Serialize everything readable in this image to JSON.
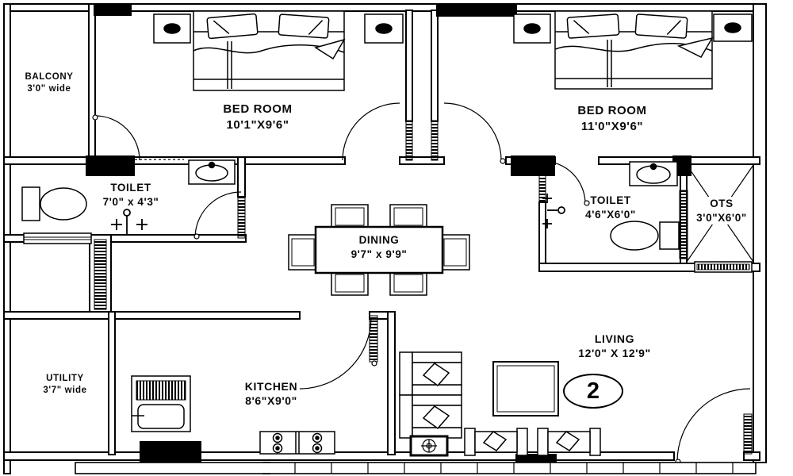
{
  "plan": {
    "unit_number": "2",
    "rooms": [
      {
        "id": "balcony",
        "name": "BALCONY",
        "size": "3'0\" wide"
      },
      {
        "id": "bedroom-left",
        "name": "BED ROOM",
        "size": "10'1\"X9'6\""
      },
      {
        "id": "bedroom-right",
        "name": "BED ROOM",
        "size": "11'0\"X9'6\""
      },
      {
        "id": "toilet-left",
        "name": "TOILET",
        "size": "7'0\" x 4'3\""
      },
      {
        "id": "dining",
        "name": "DINING",
        "size": "9'7\" x 9'9\""
      },
      {
        "id": "toilet-right",
        "name": "TOILET",
        "size": "4'6\"X6'0\""
      },
      {
        "id": "ots",
        "name": "OTS",
        "size": "3'0\"X6'0\""
      },
      {
        "id": "utility",
        "name": "UTILITY",
        "size": "3'7\" wide"
      },
      {
        "id": "kitchen",
        "name": "KITCHEN",
        "size": "8'6\"X9'0\""
      },
      {
        "id": "living",
        "name": "LIVING",
        "size": "12'0\" X 12'9\""
      }
    ],
    "colors": {
      "line": "#000000",
      "background": "#ffffff"
    }
  }
}
